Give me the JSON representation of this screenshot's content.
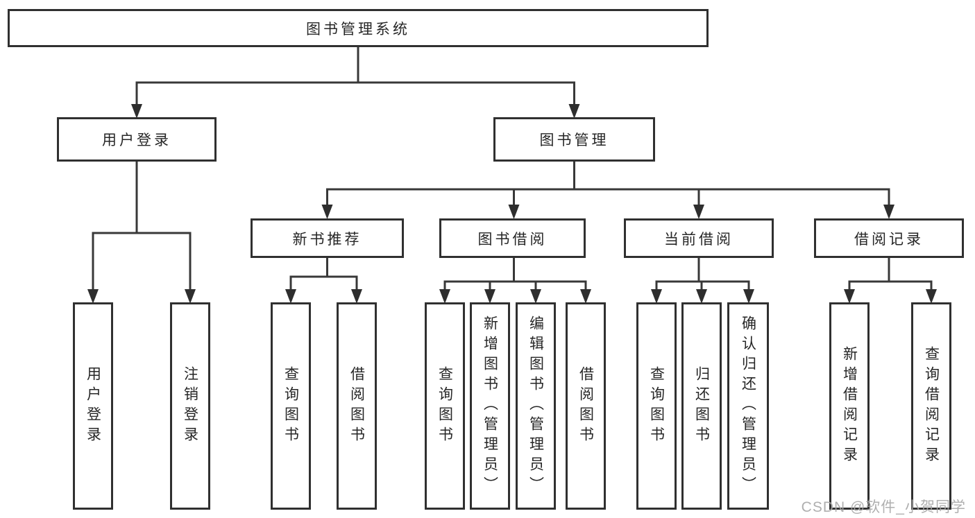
{
  "tree": {
    "label": "图书管理系统",
    "children": [
      {
        "label": "用户登录",
        "children": [
          {
            "label": "用户登录"
          },
          {
            "label": "注销登录"
          }
        ]
      },
      {
        "label": "图书管理",
        "children": [
          {
            "label": "新书推荐",
            "children": [
              {
                "label": "查询图书"
              },
              {
                "label": "借阅图书"
              }
            ]
          },
          {
            "label": "图书借阅",
            "children": [
              {
                "label": "查询图书"
              },
              {
                "label": "新增图书（管理员）"
              },
              {
                "label": "编辑图书（管理员）"
              },
              {
                "label": "借阅图书"
              }
            ]
          },
          {
            "label": "当前借阅",
            "children": [
              {
                "label": "查询图书"
              },
              {
                "label": "归还图书"
              },
              {
                "label": "确认归还（管理员）"
              }
            ]
          },
          {
            "label": "借阅记录",
            "children": [
              {
                "label": "新增借阅记录"
              },
              {
                "label": "查询借阅记录"
              }
            ]
          }
        ]
      }
    ]
  },
  "watermark": {
    "text": "CSDN @软件_小贺同学"
  },
  "colors": {
    "line": "#383838",
    "arrow": "#2e2e2e",
    "box_border": "#303030",
    "text": "#262626",
    "background": "#ffffff",
    "watermark": "#a6a6a6"
  }
}
